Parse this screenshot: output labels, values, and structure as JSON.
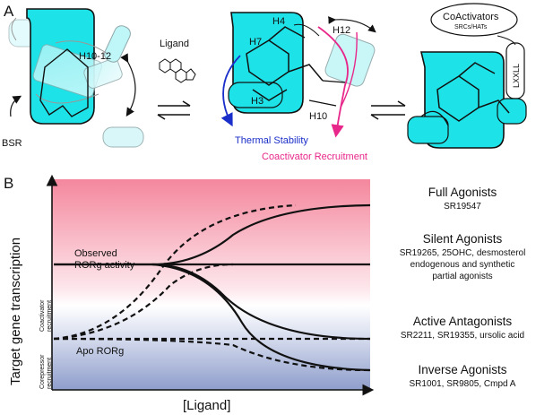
{
  "panelA": {
    "label": "A",
    "left": {
      "helix": "H10-12",
      "bsr": "BSR"
    },
    "ligand": "Ligand",
    "middle": {
      "h4": "H4",
      "h7": "H7",
      "h3": "H3",
      "h12": "H12",
      "h10": "H10",
      "thermal": "Thermal Stability",
      "coactivator": "Coactivator Recruitment"
    },
    "right": {
      "coactivators": "CoActivators",
      "srcs": "SRCs/HATs",
      "motif": "LXXLL"
    }
  },
  "panelB": {
    "label": "B",
    "yaxis": "Target gene transcription",
    "xaxis": "[Ligand]",
    "observed_line1": "Observed",
    "observed_line2": "RORg activity",
    "apo": "Apo RORg",
    "coact_line1": "Coactivator",
    "coact_line2": "recruitment",
    "corep_line1": "Corepressor",
    "corep_line2": "recruitment",
    "groups": [
      {
        "title": "Full Agonists",
        "lines": [
          "SR19547"
        ]
      },
      {
        "title": "Silent Agonists",
        "lines": [
          "SR19265, 25OHC, desmosterol",
          "endogenous and synthetic",
          "partial agonists"
        ]
      },
      {
        "title": "Active Antagonists",
        "lines": [
          "SR2211, SR19355, ursolic acid"
        ]
      },
      {
        "title": "Inverse Agonists",
        "lines": [
          "SR1001, SR9805, Cmpd A"
        ]
      }
    ],
    "colors": {
      "agonist": "#f27a93",
      "repress": "#7e8fc2",
      "ligandbox": "#1de3e8",
      "thermal": "#1a2ec9",
      "coact": "#e8278a"
    }
  }
}
